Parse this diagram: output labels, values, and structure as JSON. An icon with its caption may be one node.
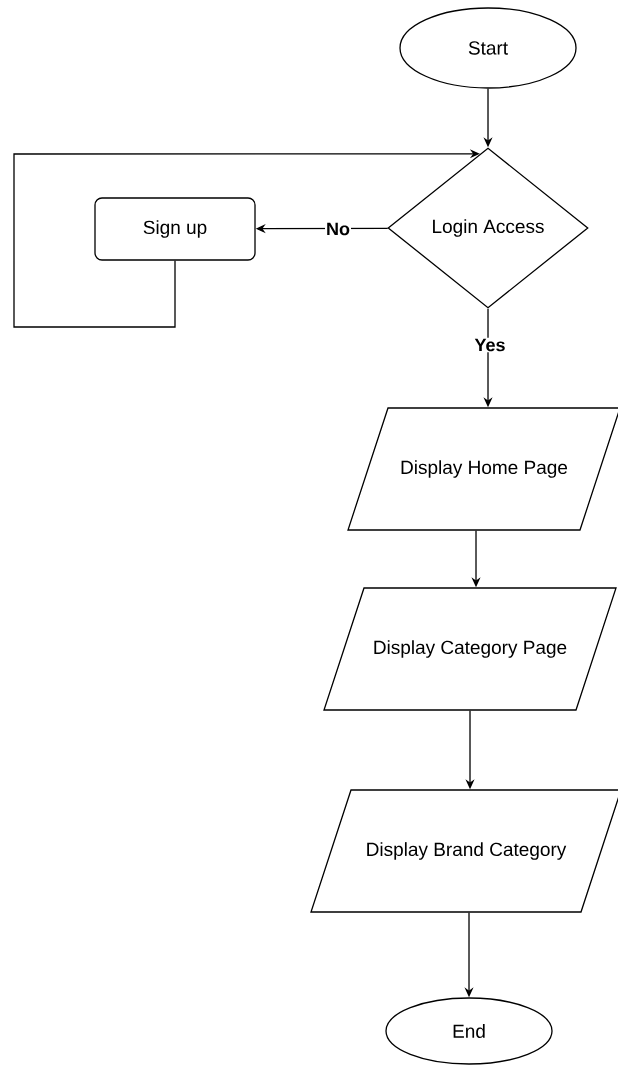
{
  "diagram": {
    "nodes": [
      {
        "text": [
          "Start"
        ]
      },
      {
        "text": [
          "Login Access"
        ]
      },
      {
        "text": [
          "Sign up"
        ]
      },
      {
        "text": [
          "Display Home Page"
        ]
      },
      {
        "text": [
          "Display Category Page"
        ]
      },
      {
        "text": [
          "Display Brand Category"
        ]
      },
      {
        "text": [
          "End"
        ]
      }
    ],
    "edges": [
      {
        "from": 0,
        "to": 1,
        "arrow": "to"
      },
      {
        "from": 1,
        "to": 2,
        "arrow": "to",
        "label": "No"
      },
      {
        "from": 2,
        "to": 1,
        "arrow": "to"
      },
      {
        "from": 1,
        "to": 3,
        "arrow": "to",
        "label": "Yes"
      },
      {
        "from": 3,
        "to": 4,
        "arrow": "to"
      },
      {
        "from": 4,
        "to": 5,
        "arrow": "to"
      },
      {
        "from": 5,
        "to": 6,
        "arrow": "to"
      }
    ]
  }
}
